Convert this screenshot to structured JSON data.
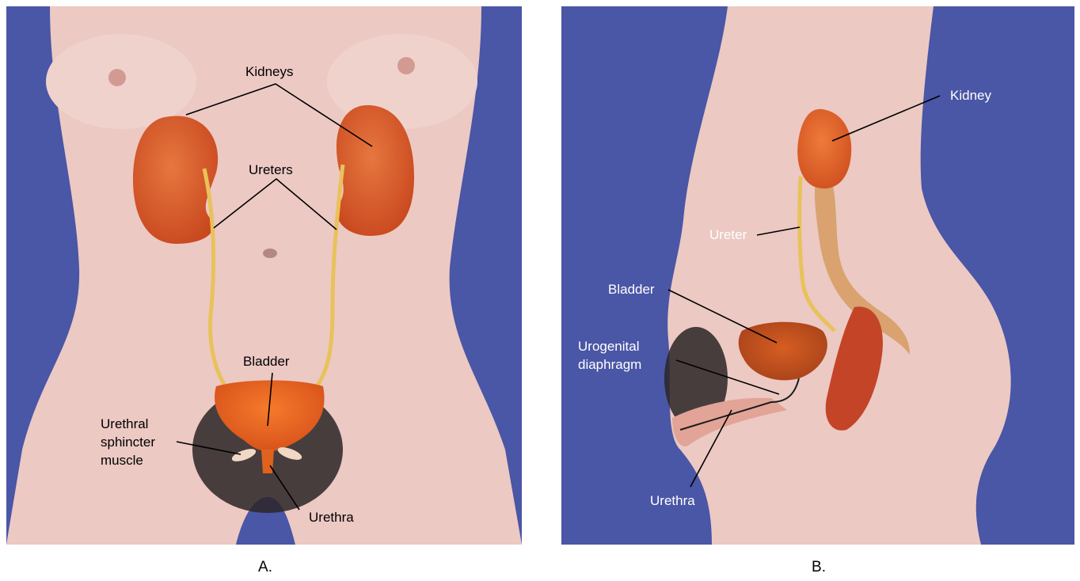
{
  "figure": {
    "panel_a": {
      "caption": "A.",
      "labels": {
        "kidneys": "Kidneys",
        "ureters": "Ureters",
        "bladder": "Bladder",
        "sphincter_line1": "Urethral",
        "sphincter_line2": "sphincter",
        "sphincter_line3": "muscle",
        "urethra": "Urethra"
      }
    },
    "panel_b": {
      "caption": "B.",
      "labels": {
        "kidney": "Kidney",
        "ureter": "Ureter",
        "bladder": "Bladder",
        "diaphragm_line1": "Urogenital",
        "diaphragm_line2": "diaphragm",
        "urethra": "Urethra"
      }
    }
  },
  "colors": {
    "background_blue": "#4a56a6",
    "skin": "#ecc9c3",
    "kidney": "#d9562a",
    "ureter": "#e8c25a",
    "bladder": "#e8601c"
  }
}
